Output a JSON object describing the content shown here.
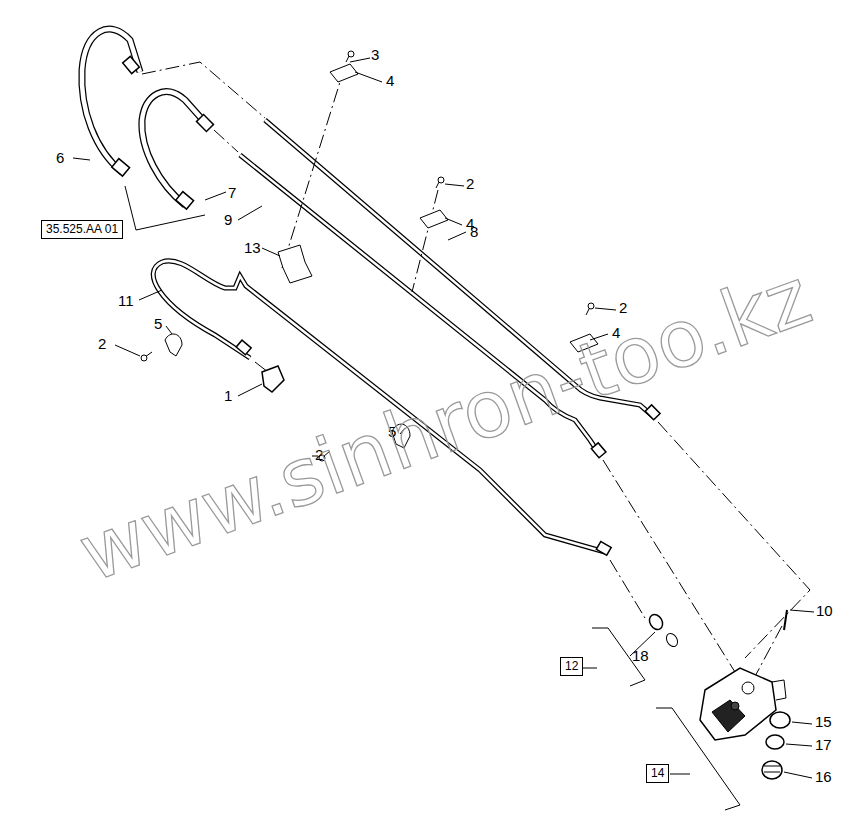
{
  "diagram": {
    "nodes": [
      {
        "text": [
          "35.525.AA 01"
        ]
      },
      {
        "text": [
          "12"
        ]
      },
      {
        "text": [
          "14"
        ]
      }
    ],
    "labels": [
      "3",
      "4",
      "6",
      "7",
      "2",
      "4",
      "9",
      "8",
      "13",
      "11",
      "5",
      "2",
      "4",
      "2",
      "1",
      "5",
      "2",
      "10",
      "18",
      "15",
      "17",
      "16",
      "www.sinhron-too.kz"
    ]
  }
}
